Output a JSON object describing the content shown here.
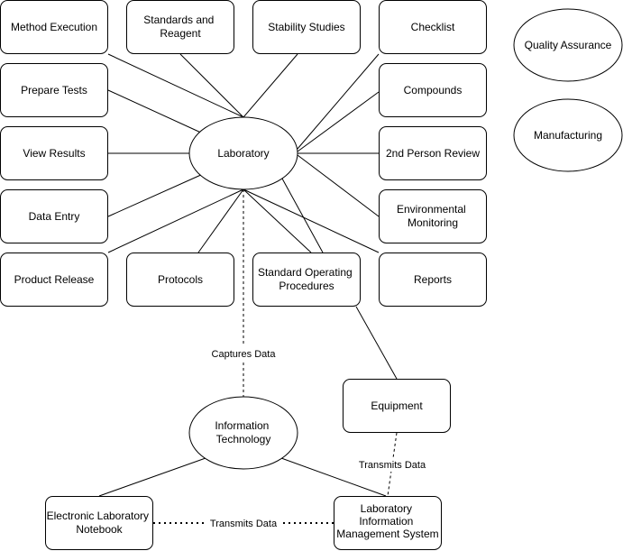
{
  "diagram": {
    "nodes": {
      "method_execution": "Method Execution",
      "standards_reagent": [
        "Standards and",
        "Reagent"
      ],
      "stability_studies": "Stability Studies",
      "checklist": "Checklist",
      "quality_assurance": "Quality Assurance",
      "prepare_tests": "Prepare Tests",
      "compounds": "Compounds",
      "manufacturing": "Manufacturing",
      "view_results": "View Results",
      "laboratory": "Laboratory",
      "second_person_review": "2nd Person Review",
      "data_entry": "Data Entry",
      "environmental_monitoring": [
        "Environmental",
        "Monitoring"
      ],
      "product_release": "Product Release",
      "protocols": "Protocols",
      "sop": [
        "Standard Operating",
        "Procedures"
      ],
      "reports": "Reports",
      "equipment": "Equipment",
      "information_technology": [
        "Information",
        "Technology"
      ],
      "eln": [
        "Electronic Laboratory",
        "Notebook"
      ],
      "lims": [
        "Laboratory",
        "Information",
        "Management System"
      ]
    },
    "edge_labels": {
      "captures_data": "Captures Data",
      "transmits_data_equipment": "Transmits Data",
      "transmits_data_eln": "Transmits Data"
    }
  }
}
